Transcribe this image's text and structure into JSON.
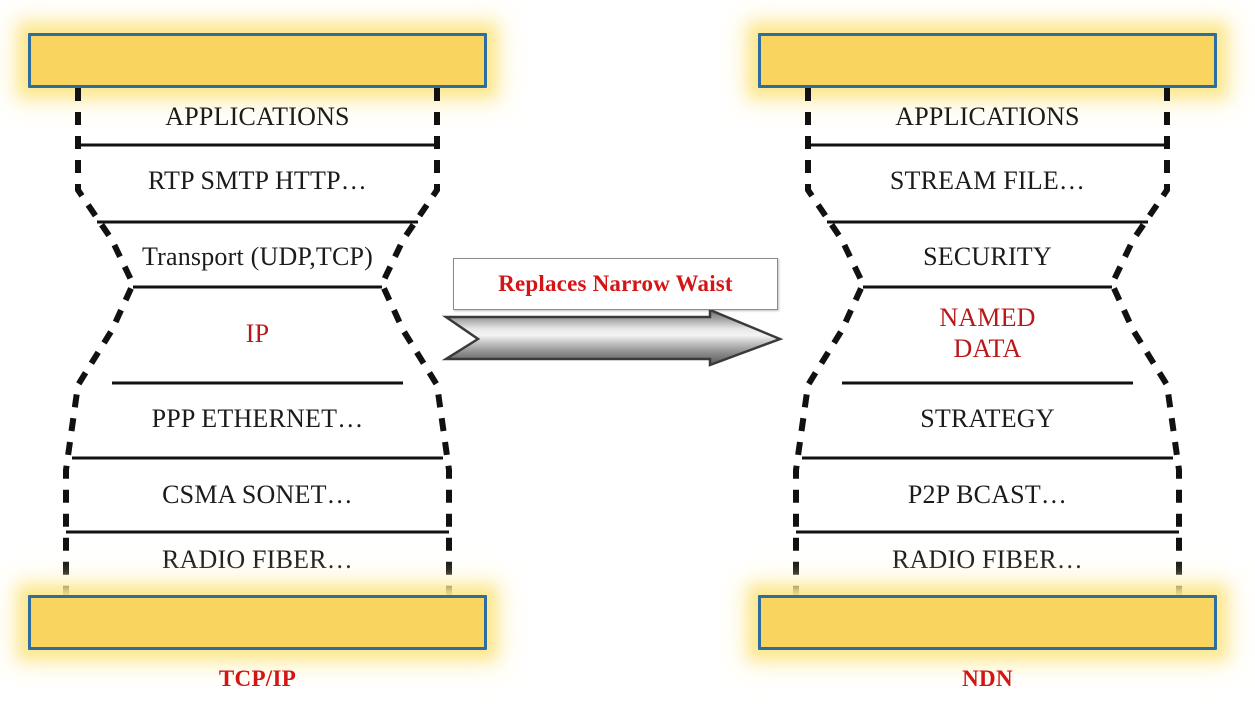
{
  "diagram": {
    "title": "TCP/IP versus NDN hourglass architecture",
    "background_color": "#FFFFFF",
    "colors": {
      "bar_fill": "#F9D45E",
      "bar_border": "#2E6E9E",
      "glow": "#FCE68C",
      "label_text": "#1B1B1B",
      "waist_text": "#B9181A",
      "caption_text": "#D31515",
      "arrow_dark": "#4A4A4A",
      "arrow_light": "#E9E9E9"
    }
  },
  "left_stack": {
    "name": "TCP/IP",
    "caption": "TCP/IP",
    "top_bar_label": "",
    "bottom_bar_label": "",
    "layers": [
      {
        "label": "APPLICATIONS",
        "waist": false
      },
      {
        "label": "RTP SMTP HTTP…",
        "waist": false
      },
      {
        "label": "Transport (UDP,TCP)",
        "waist": false
      },
      {
        "label": "IP",
        "waist": true
      },
      {
        "label": "PPP ETHERNET…",
        "waist": false
      },
      {
        "label": "CSMA SONET…",
        "waist": false
      },
      {
        "label": "RADIO FIBER…",
        "waist": false
      }
    ]
  },
  "right_stack": {
    "name": "NDN",
    "caption": "NDN",
    "top_bar_label": "",
    "bottom_bar_label": "",
    "layers": [
      {
        "label": "APPLICATIONS",
        "waist": false
      },
      {
        "label": "STREAM FILE…",
        "waist": false
      },
      {
        "label": "SECURITY",
        "waist": false
      },
      {
        "label": "NAMED DATA",
        "label_line1": "NAMED",
        "label_line2": "DATA",
        "waist": true
      },
      {
        "label": "STRATEGY",
        "waist": false
      },
      {
        "label": "P2P BCAST…",
        "waist": false
      },
      {
        "label": "RADIO FIBER…",
        "waist": false
      }
    ]
  },
  "center": {
    "callout_label": "Replaces Narrow Waist",
    "arrow_direction": "right",
    "arrow_icon": "right-arrow-icon"
  }
}
